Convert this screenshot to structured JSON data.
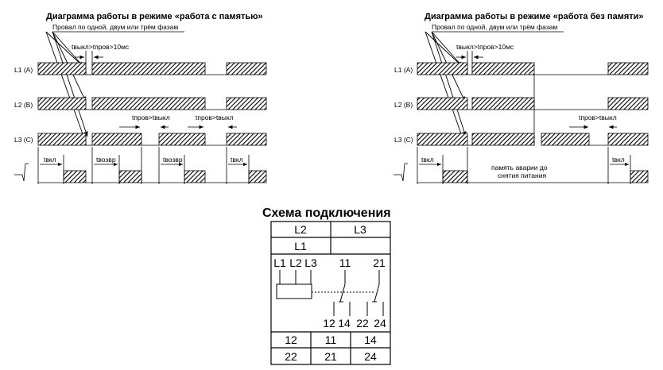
{
  "left_panel": {
    "title": "Диаграмма работы в режиме «работа с памятью»",
    "subtitle": "Провал по одной, двум или трём фазам",
    "annot_top": "tвыкл>tпров>10мс",
    "annot_mid_1": "tпров>tвыкл",
    "annot_mid_2": "tпров>tвыкл",
    "phase_labels": [
      "L1 (A)",
      "L2 (B)",
      "L3 (C)"
    ],
    "t_labels": [
      "tвкл",
      "tвозвр",
      "tвозвр",
      "tвкл"
    ]
  },
  "right_panel": {
    "title": "Диаграмма работы в режиме «работа без памяти»",
    "subtitle": "Провал по одной, двум или трём фазам",
    "annot_top": "tвыкл>tпров>10мс",
    "annot_mid": "tпров>tвыкл",
    "phase_labels": [
      "L1 (A)",
      "L2 (B)",
      "L3 (C)"
    ],
    "t_labels": [
      "tвкл",
      "tвкл"
    ],
    "memory_note_1": "память аварии до",
    "memory_note_2": "снятия питания"
  },
  "connection": {
    "title": "Схема подключения",
    "top_row": [
      "L2",
      "L3"
    ],
    "second_row": [
      "L1"
    ],
    "inputs": [
      "L1",
      "L2",
      "L3"
    ],
    "contacts_top": [
      "11",
      "21"
    ],
    "contacts_bottom": [
      "12",
      "14",
      "22",
      "24"
    ],
    "bottom_rows": [
      [
        "12",
        "11",
        "14"
      ],
      [
        "22",
        "21",
        "24"
      ]
    ]
  }
}
